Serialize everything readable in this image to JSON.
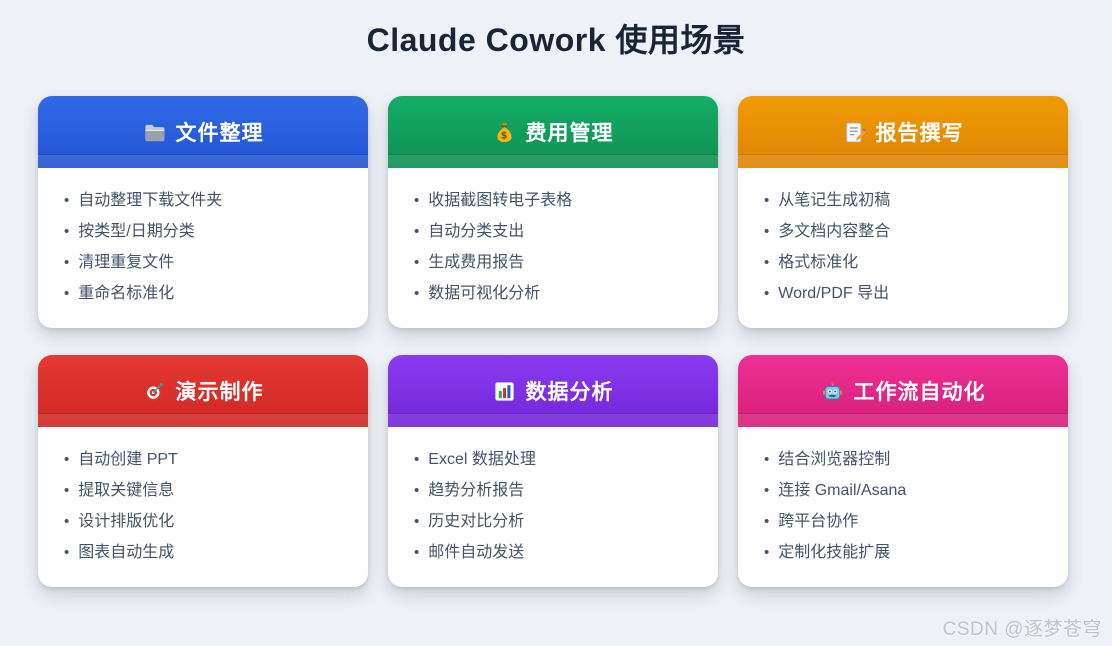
{
  "page": {
    "title": "Claude Cowork 使用场景",
    "watermark": "CSDN @逐梦苍穹",
    "background_color": "#eef2f7",
    "title_color": "#1b2437",
    "body_text_color": "#44536b"
  },
  "cards": [
    {
      "title": "文件整理",
      "icon": "folder-icon",
      "color_top": "#3069e6",
      "color_bottom": "#2254d2",
      "items": [
        "自动整理下载文件夹",
        "按类型/日期分类",
        "清理重复文件",
        "重命名标准化"
      ]
    },
    {
      "title": "费用管理",
      "icon": "money-bag-icon",
      "color_top": "#14ad68",
      "color_bottom": "#0f8f52",
      "items": [
        "收据截图转电子表格",
        "自动分类支出",
        "生成费用报告",
        "数据可视化分析"
      ]
    },
    {
      "title": "报告撰写",
      "icon": "memo-icon",
      "color_top": "#f29b06",
      "color_bottom": "#dd8302",
      "items": [
        "从笔记生成初稿",
        "多文档内容整合",
        "格式标准化",
        "Word/PDF 导出"
      ]
    },
    {
      "title": "演示制作",
      "icon": "dart-icon",
      "color_top": "#e43934",
      "color_bottom": "#cf2723",
      "items": [
        "自动创建 PPT",
        "提取关键信息",
        "设计排版优化",
        "图表自动生成"
      ]
    },
    {
      "title": "数据分析",
      "icon": "bar-chart-icon",
      "color_top": "#8a3cf0",
      "color_bottom": "#7226d8",
      "items": [
        "Excel 数据处理",
        "趋势分析报告",
        "历史对比分析",
        "邮件自动发送"
      ]
    },
    {
      "title": "工作流自动化",
      "icon": "robot-icon",
      "color_top": "#ee3094",
      "color_bottom": "#d61e78",
      "items": [
        "结合浏览器控制",
        "连接 Gmail/Asana",
        "跨平台协作",
        "定制化技能扩展"
      ]
    }
  ]
}
